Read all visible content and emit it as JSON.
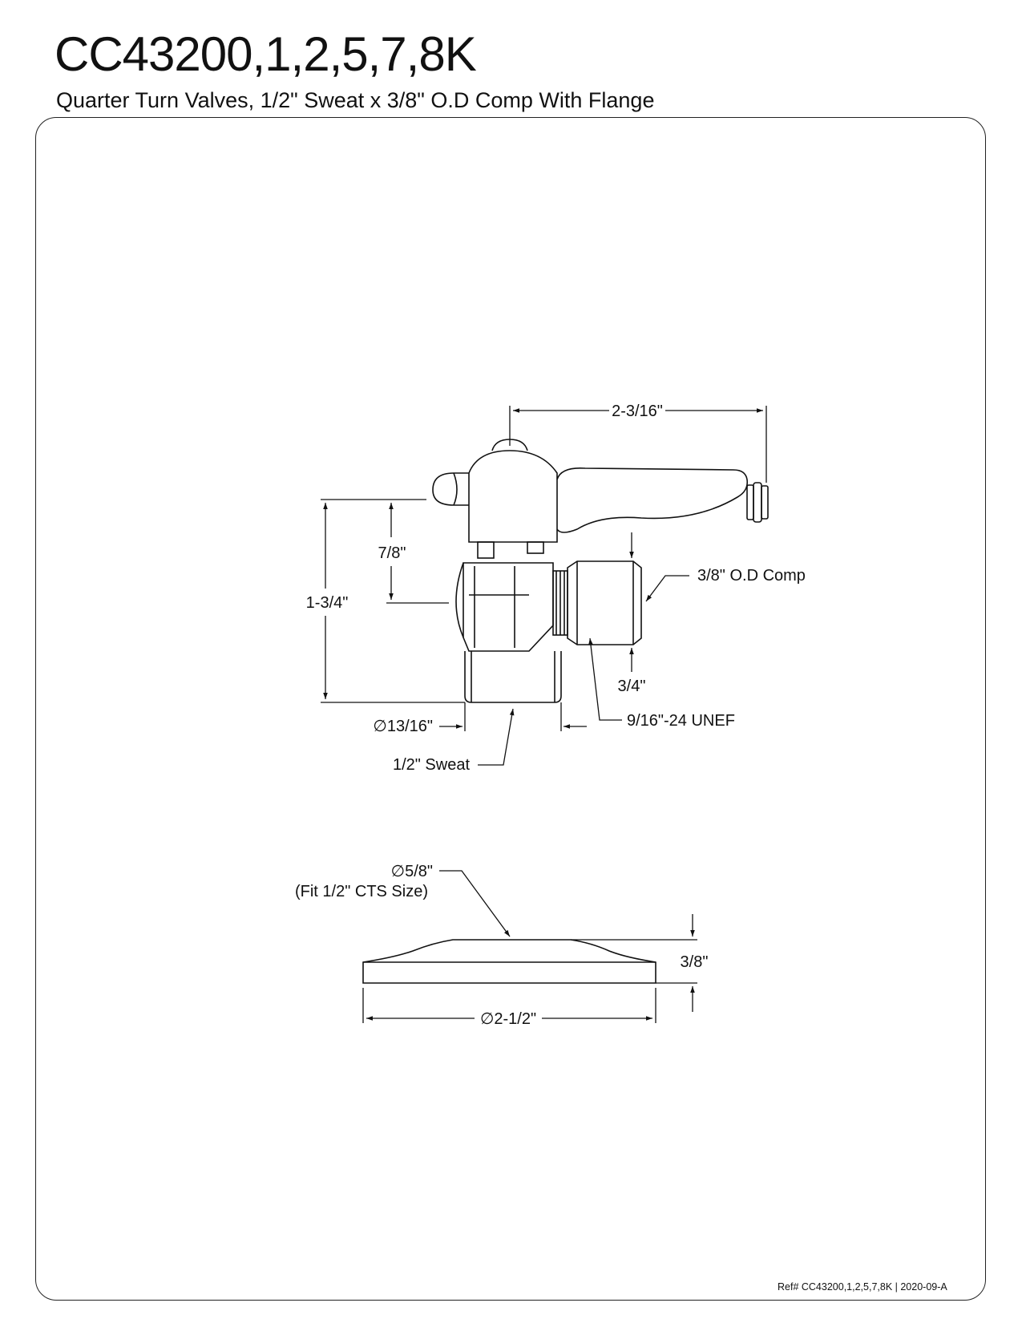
{
  "header": {
    "title": "CC43200,1,2,5,7,8K",
    "subtitle": "Quarter Turn Valves, 1/2\" Sweat x 3/8\" O.D Comp With Flange"
  },
  "valve": {
    "dim_width": "2-3/16\"",
    "dim_height_upper": "7/8\"",
    "dim_height_total": "1-3/4\"",
    "dim_outlet": "3/8\" O.D Comp",
    "dim_outlet_height": "3/4\"",
    "dim_inlet_diameter": "∅13/16\"",
    "dim_thread": "9/16\"-24 UNEF",
    "dim_inlet": "1/2\" Sweat"
  },
  "flange": {
    "dim_hole": "∅5/8\"",
    "dim_hole_note": "(Fit 1/2\" CTS Size)",
    "dim_height": "3/8\"",
    "dim_diameter": "∅2-1/2\""
  },
  "footer": {
    "ref": "Ref# CC43200,1,2,5,7,8K | 2020-09-A"
  }
}
